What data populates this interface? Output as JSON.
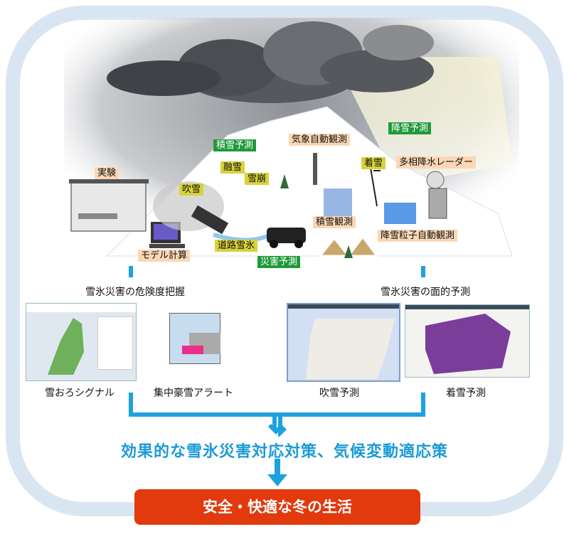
{
  "scene": {
    "labels": {
      "experiment": "実験",
      "snow_cover_forecast": "積雪予測",
      "auto_weather_obs": "気象自動観測",
      "snowfall_forecast": "降雪予測",
      "snowmelt": "融雪",
      "snow_accretion": "着雪",
      "radar": "多相降水レーダー",
      "avalanche": "雪崩",
      "blowing_snow": "吹雪",
      "snow_cover_obs": "積雪観測",
      "particle_obs": "降雪粒子自動観測",
      "road_ice": "道路雪氷",
      "model_calc": "モデル計算",
      "disaster_forecast": "災害予測"
    },
    "colors": {
      "peach": "#fbd7b5",
      "green": "#1f9a3a",
      "yellow": "#d8d23a"
    }
  },
  "left_group": {
    "title": "雪氷災害の危険度把握",
    "items": [
      {
        "caption": "雪おろシグナル"
      },
      {
        "caption": "集中豪雪アラート"
      }
    ]
  },
  "right_group": {
    "title": "雪氷災害の面的予測",
    "items": [
      {
        "caption": "吹雪予測"
      },
      {
        "caption": "着雪予測"
      }
    ]
  },
  "measures": "効果的な雪氷災害対応対策、気候変動適応策",
  "goal": "安全・快適な冬の生活",
  "colors": {
    "arrow": "#1da1e0",
    "measures_text": "#1a9ad6",
    "goal_bg": "#e2390d",
    "frame": "#d9e6f2"
  }
}
